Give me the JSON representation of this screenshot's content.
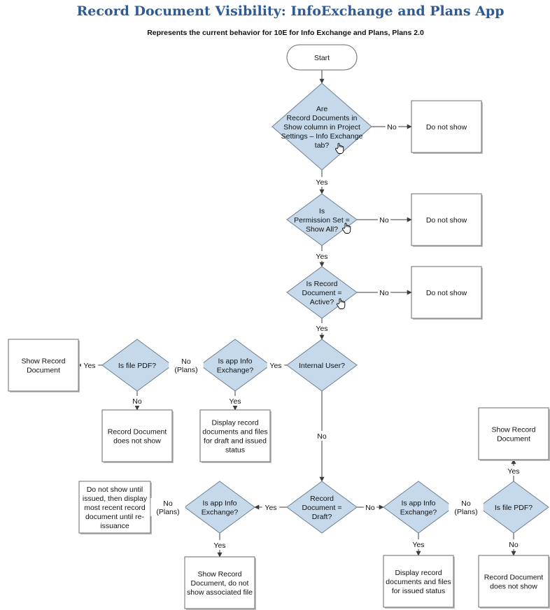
{
  "title": "Record Document Visibility: InfoExchange and Plans App",
  "subtitle": "Represents the current behavior for 10E for Info Exchange and Plans, Plans 2.0",
  "colors": {
    "decision_fill": "#c5d9ea",
    "title": "#2e5b96"
  },
  "nodes": [
    {
      "id": "start",
      "type": "terminal",
      "lines": [
        "Start"
      ]
    },
    {
      "id": "d_show_column",
      "type": "decision",
      "lines": [
        "Are",
        "Record Documents in",
        "Show column in Project",
        "Settings – Info Exchange",
        "tab?"
      ]
    },
    {
      "id": "b_not_show_1",
      "type": "process",
      "lines": [
        "Do not show"
      ]
    },
    {
      "id": "d_permission",
      "type": "decision",
      "lines": [
        "Is",
        "Permission Set =",
        "Show All?"
      ]
    },
    {
      "id": "b_not_show_2",
      "type": "process",
      "lines": [
        "Do not show"
      ]
    },
    {
      "id": "d_active",
      "type": "decision",
      "lines": [
        "Is Record",
        "Document =",
        "Active?"
      ]
    },
    {
      "id": "b_not_show_3",
      "type": "process",
      "lines": [
        "Do not show"
      ]
    },
    {
      "id": "d_internal",
      "type": "decision",
      "lines": [
        "Internal User?"
      ]
    },
    {
      "id": "d_app_ie_1",
      "type": "decision",
      "lines": [
        "Is app Info",
        "Exchange?"
      ]
    },
    {
      "id": "d_pdf_1",
      "type": "decision",
      "lines": [
        "Is file PDF?"
      ]
    },
    {
      "id": "b_show_record_1",
      "type": "process",
      "lines": [
        "Show Record",
        "Document"
      ]
    },
    {
      "id": "b_not_show_rec_1",
      "type": "process",
      "lines": [
        "Record Document",
        "does not show"
      ]
    },
    {
      "id": "b_display_draft",
      "type": "process",
      "lines": [
        "Display record",
        "documents and files",
        "for draft and issued",
        "status"
      ]
    },
    {
      "id": "d_draft",
      "type": "decision",
      "lines": [
        "Record",
        "Document =",
        "Draft?"
      ]
    },
    {
      "id": "d_app_ie_2",
      "type": "decision",
      "lines": [
        "Is app Info",
        "Exchange?"
      ]
    },
    {
      "id": "b_until_issued",
      "type": "process",
      "lines": [
        "Do not show until",
        "issued, then display",
        "most recent record",
        "document until re-",
        "issuance"
      ]
    },
    {
      "id": "b_show_no_file",
      "type": "process",
      "lines": [
        "Show Record",
        "Document, do not",
        "show associated file"
      ]
    },
    {
      "id": "d_app_ie_3",
      "type": "decision",
      "lines": [
        "Is app Info",
        "Exchange?"
      ]
    },
    {
      "id": "b_display_issued",
      "type": "process",
      "lines": [
        "Display record",
        "documents and files",
        "for issued status"
      ]
    },
    {
      "id": "d_pdf_2",
      "type": "decision",
      "lines": [
        "Is file PDF?"
      ]
    },
    {
      "id": "b_show_record_2",
      "type": "process",
      "lines": [
        "Show Record",
        "Document"
      ]
    },
    {
      "id": "b_not_show_rec_2",
      "type": "process",
      "lines": [
        "Record Document",
        "does not show"
      ]
    }
  ],
  "edges": [
    {
      "id": "e1",
      "label": ""
    },
    {
      "id": "e2",
      "label": "No"
    },
    {
      "id": "e3",
      "label": "Yes"
    },
    {
      "id": "e4",
      "label": "No"
    },
    {
      "id": "e5",
      "label": "Yes"
    },
    {
      "id": "e6",
      "label": "No"
    },
    {
      "id": "e7",
      "label": "Yes"
    },
    {
      "id": "e8",
      "label": "Yes"
    },
    {
      "id": "e9",
      "label": "No (Plans)"
    },
    {
      "id": "e10",
      "label": "Yes"
    },
    {
      "id": "e11",
      "label": "No"
    },
    {
      "id": "e12",
      "label": "Yes"
    },
    {
      "id": "e13",
      "label": "No"
    },
    {
      "id": "e14",
      "label": "Yes"
    },
    {
      "id": "e15",
      "label": "No (Plans)"
    },
    {
      "id": "e16",
      "label": "Yes"
    },
    {
      "id": "e17",
      "label": "No"
    },
    {
      "id": "e18",
      "label": "Yes"
    },
    {
      "id": "e19",
      "label": "No (Plans)"
    },
    {
      "id": "e20",
      "label": "Yes"
    },
    {
      "id": "e21",
      "label": "No"
    }
  ]
}
